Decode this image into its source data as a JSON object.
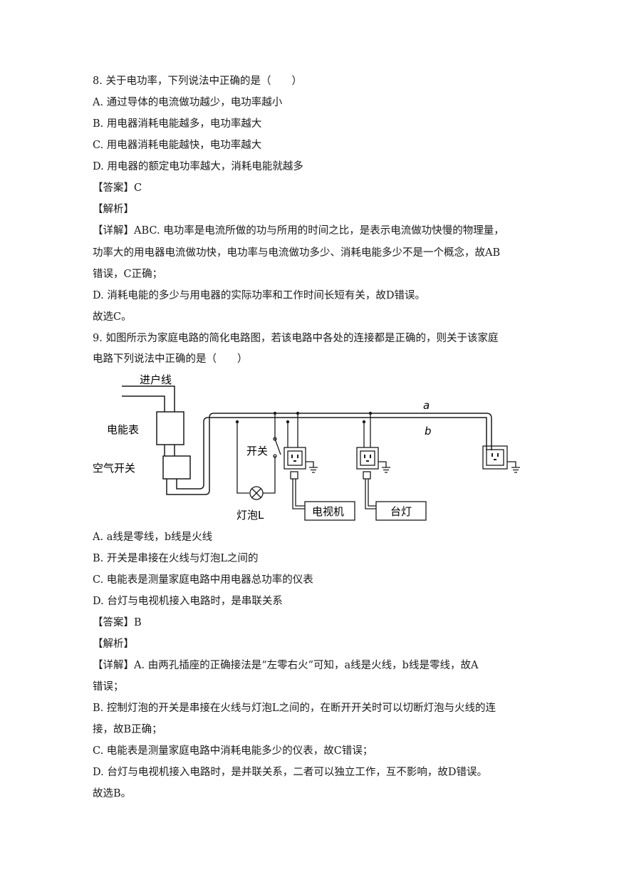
{
  "q8": {
    "stem": "8. 关于电功率，下列说法中正确的是（　　）",
    "options": [
      "A. 通过导体的电流做功越少，电功率越小",
      "B. 用电器消耗电能越多，电功率越大",
      "C. 用电器消耗电能越快，电功率越大",
      "D. 用电器的额定电功率越大，消耗电能就越多"
    ],
    "answer": "【答案】C",
    "analysis": "【解析】",
    "detail": [
      "【详解】ABC. 电功率是电流所做的功与所用的时间之比，是表示电流做功快慢的物理量，",
      "功率大的用电器电流做功快，电功率与电流做功多少、消耗电能多少不是一个概念，故AB",
      "错误，C正确；",
      "D. 消耗电能的多少与用电器的实际功率和工作时间长短有关，故D错误。",
      "故选C。"
    ]
  },
  "q9": {
    "stem": [
      "9. 如图所示为家庭电路的简化电路图，若该电路中各处的连接都是正确的，则关于该家庭",
      "电路下列说法中正确的是（　　）"
    ],
    "figure": {
      "incoming_line": "进户线",
      "meter": "电能表",
      "breaker": "空气开关",
      "switch": "开关",
      "bulb": "灯泡L",
      "tv": "电视机",
      "lamp": "台灯",
      "wire_a": "a",
      "wire_b": "b"
    },
    "options": [
      "A. a线是零线，b线是火线",
      "B. 开关是串接在火线与灯泡L之间的",
      "C. 电能表是测量家庭电路中用电器总功率的仪表",
      "D. 台灯与电视机接入电路时，是串联关系"
    ],
    "answer": "【答案】B",
    "analysis": "【解析】",
    "detail": [
      "【详解】A. 由两孔插座的正确接法是“左零右火”可知，a线是火线，b线是零线，故A",
      "错误；",
      "B. 控制灯泡的开关是串接在火线与灯泡L之间的，在断开开关时可以切断灯泡与火线的连",
      "接，故B正确；",
      "C. 电能表是测量家庭电路中消耗电能多少的仪表，故C错误；",
      "D. 台灯与电视机接入电路时，是并联关系，二者可以独立工作，互不影响，故D错误。",
      "故选B。"
    ]
  }
}
